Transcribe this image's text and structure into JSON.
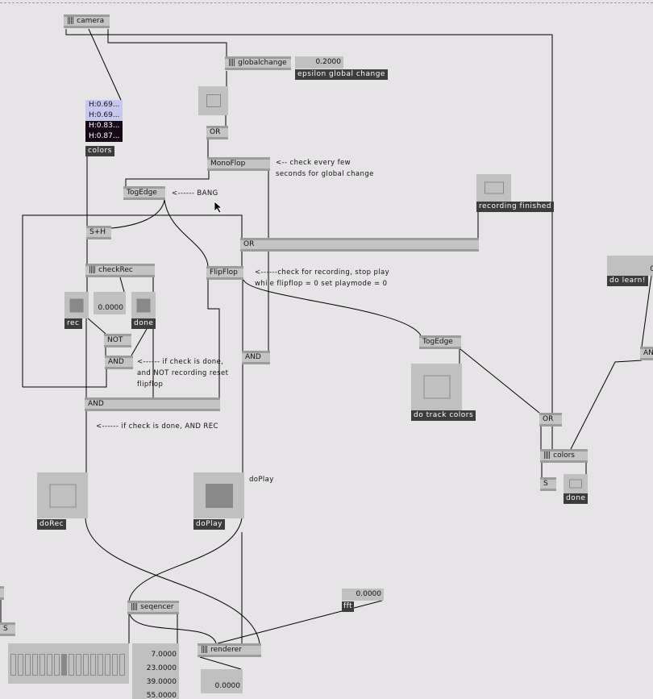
{
  "objects": {
    "camera": "camera",
    "globalchange": "globalchange",
    "or1": "OR",
    "monoflop": "MonoFlop",
    "togedge1": "TogEdge",
    "sh": "S+H",
    "or_big": "OR",
    "checkrec": "checkRec",
    "flipflop": "FlipFlop",
    "not": "NOT",
    "and_small": "AND",
    "and_right": "AND",
    "and_wide": "AND",
    "togedge2": "TogEdge",
    "or2": "OR",
    "colors_obj": "colors",
    "s_right": "S",
    "an_partial": "AN",
    "s_left": "S",
    "seqencer": "seqencer",
    "renderer": "renderer",
    "prefix_icon": "||||"
  },
  "numbers": {
    "epsilon": "0.2000",
    "checkrec_value": "0.0000",
    "do_learn": "0",
    "fft": "0.0000",
    "renderer_out": "0.0000"
  },
  "labels": {
    "epsilon": "epsilon global change",
    "colors": "colors",
    "recording_finished": "recording finished",
    "rec": "rec",
    "done": "done",
    "do_track_colors": "do track colors",
    "done2": "done",
    "do_learn": "do learn!",
    "doRec": "doRec",
    "doPlay": "doPlay",
    "fft": "fft"
  },
  "colors_list": [
    "H:0.69...",
    "H:0.69...",
    "H:0.83...",
    "H:0.87..."
  ],
  "sequence_values": [
    "7.0000",
    "23.0000",
    "39.0000",
    "55.0000"
  ],
  "multislider": {
    "count": 16,
    "active_index": 7
  },
  "toggles": {
    "rec": true,
    "done": true,
    "doPlay": true,
    "doRec": false,
    "globalchange": false,
    "recording_finished": false,
    "do_track_colors": false,
    "done2": false
  },
  "comments": {
    "monoflop": "<-- check every few\nseconds for global change",
    "bang": "<------ BANG",
    "flipflop": "<------check for recording, stop play\nwhile flipflop = 0 set playmode = 0",
    "reset": "<------ if check is done,\nand NOT recording reset\nflipflop",
    "and_rec": "<------ if check is done, AND REC",
    "doplay": "doPlay"
  },
  "theme": {
    "background": "#e7e4e7",
    "object": "#c4c4c4",
    "label": "#3c3c3c",
    "list_light": "#c8c8ee",
    "list_dark": "#140814"
  }
}
